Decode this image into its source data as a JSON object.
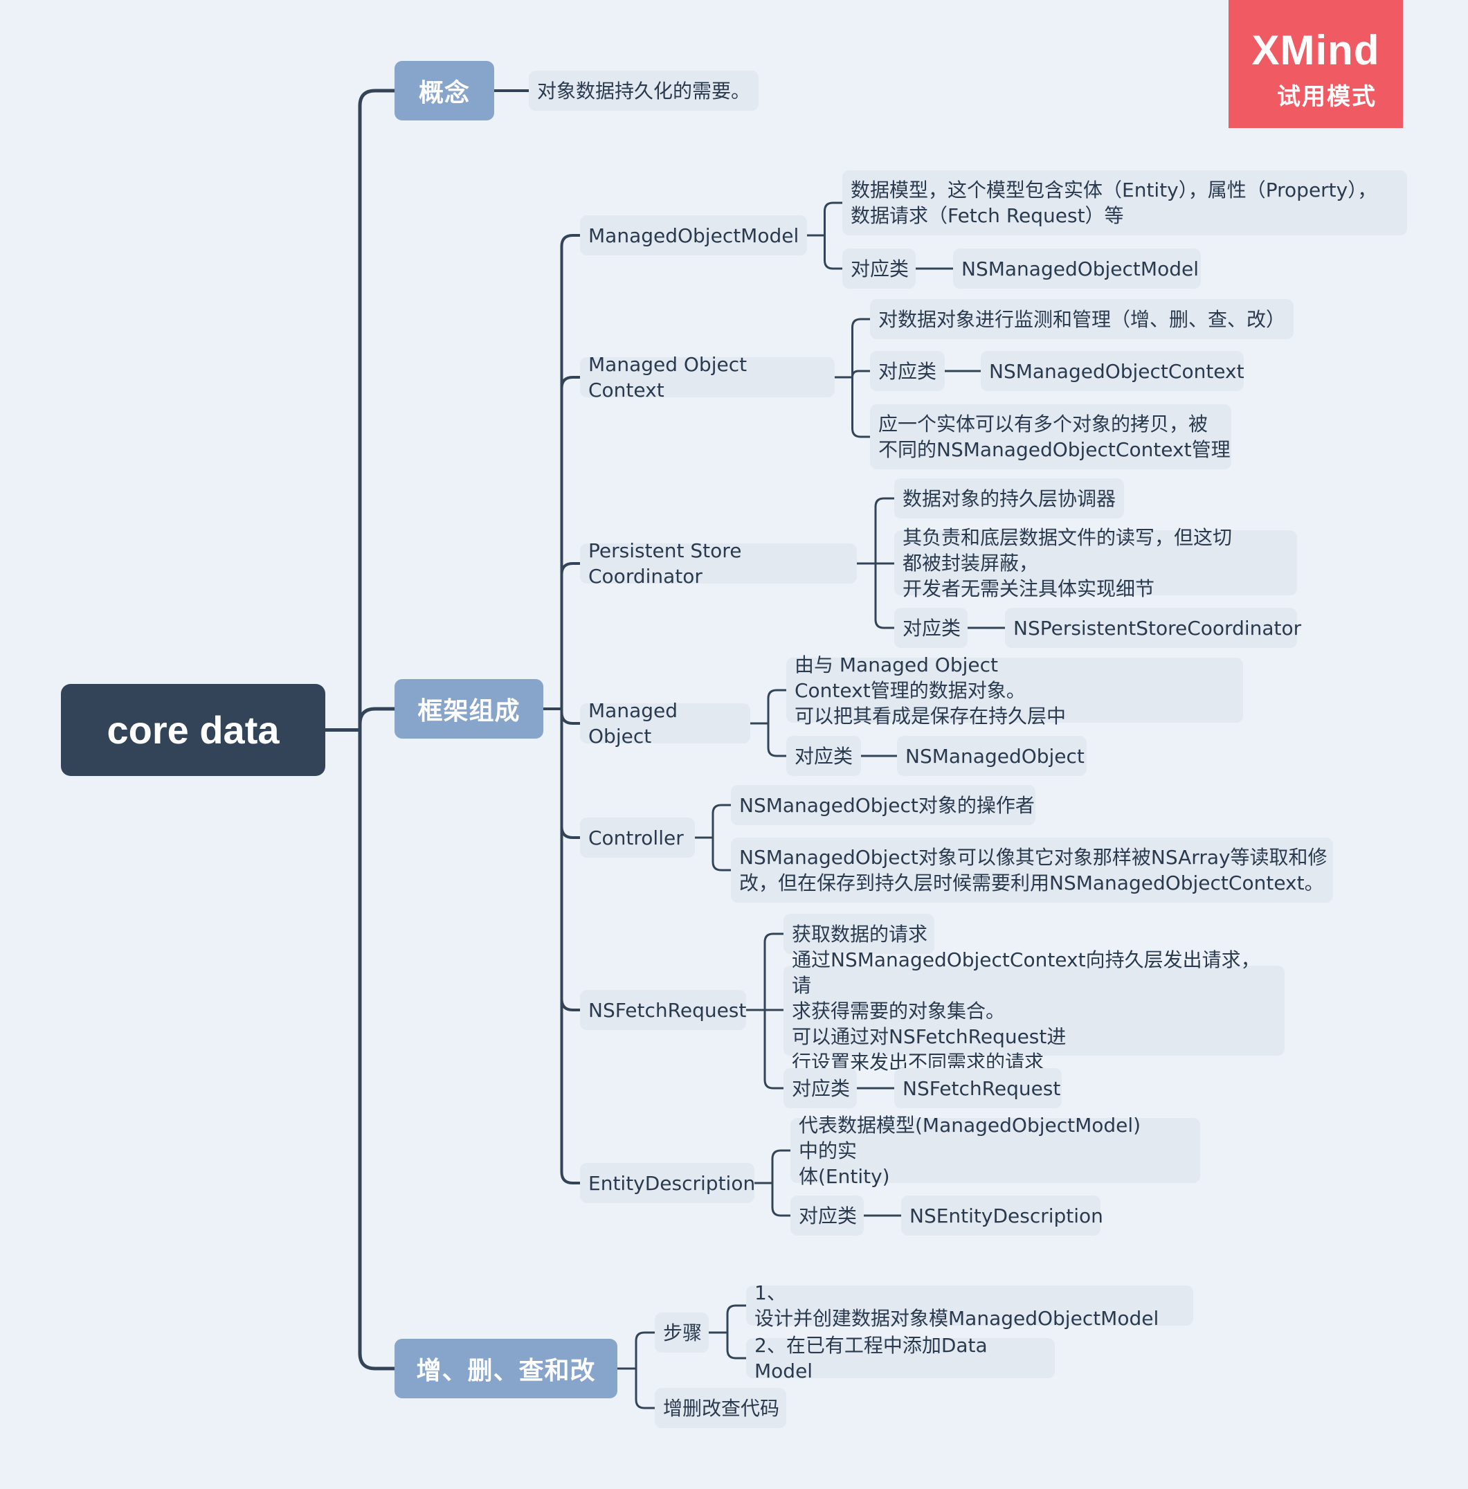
{
  "watermark": {
    "brand": "XMind",
    "mode": "试用模式"
  },
  "root": "core data",
  "branches": {
    "concept": {
      "label": "概念",
      "items": [
        "对象数据持久化的需要。"
      ]
    },
    "framework": {
      "label": "框架组成",
      "mom": {
        "label": "ManagedObjectModel",
        "desc": "数据模型，这个模型包含实体（Entity），属性（Property），\n数据请求（Fetch Request）等",
        "class_key": "对应类",
        "class_value": "NSManagedObjectModel"
      },
      "moc": {
        "label": "Managed Object Context",
        "desc": "对数据对象进行监测和管理（增、删、查、改）",
        "class_key": "对应类",
        "class_value": "NSManagedObjectContext",
        "note": "应一个实体可以有多个对象的拷贝，被\n不同的NSManagedObjectContext管理"
      },
      "psc": {
        "label": "Persistent Store Coordinator",
        "desc": "数据对象的持久层协调器",
        "note": "其负责和底层数据文件的读写，但这切\n都被封装屏蔽，开发者无需关注具体实现细节",
        "class_key": "对应类",
        "class_value": "NSPersistentStoreCoordinator"
      },
      "mo": {
        "label": "Managed Object",
        "desc": "由与 Managed Object Context管理的数据对象。\n可以把其看成是保存在持久层中",
        "class_key": "对应类",
        "class_value": "NSManagedObject"
      },
      "controller": {
        "label": "Controller",
        "desc": "NSManagedObject对象的操作者",
        "note": " NSManagedObject对象可以像其它对象那样被NSArray等读取和修\n改，但在保存到持久层时候需要利用NSManagedObjectContext。"
      },
      "fetch": {
        "label": "NSFetchRequest",
        "desc": "获取数据的请求",
        "note": "通过NSManagedObjectContext向持久层发出请求，请\n求获得需要的对象集合。可以通过对NSFetchRequest进\n行设置来发出不同需求的请求",
        "class_key": "对应类",
        "class_value": "NSFetchRequest"
      },
      "entity": {
        "label": "EntityDescription",
        "desc": "代表数据模型(ManagedObjectModel)中的实\n体(Entity)",
        "class_key": "对应类",
        "class_value": "NSEntityDescription"
      }
    },
    "crud": {
      "label": "增、删、查和改",
      "steps_label": "步骤",
      "steps": [
        "1、设计并创建数据对象模ManagedObjectModel",
        "2、在已有工程中添加Data Model"
      ],
      "code_label": "增删改查代码"
    }
  },
  "colors": {
    "background": "#edf2f9",
    "root": "#344458",
    "main_topic": "#87a4cb",
    "sub_topic": "#e3e9f1",
    "connector": "#344458",
    "badge": "#f05a63"
  }
}
